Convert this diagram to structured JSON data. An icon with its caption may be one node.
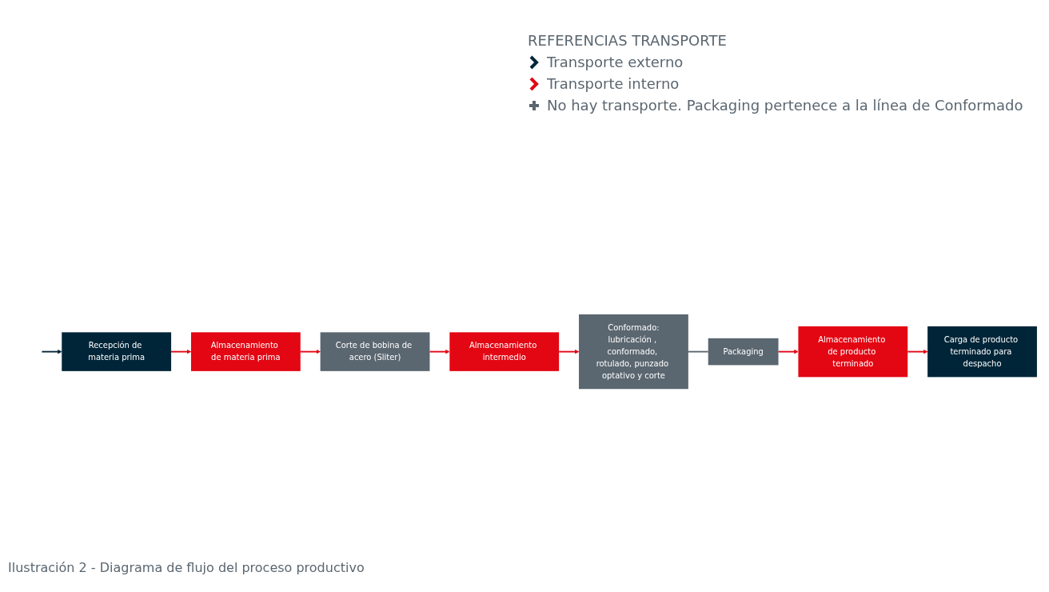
{
  "diagram": {
    "caption": "Ilustración 2 - Diagrama de flujo del proceso productivo",
    "nodes": [
      {
        "text": [
          "Recepción de materia prima"
        ]
      },
      {
        "text": [
          "Almacenamiento de materia prima"
        ]
      },
      {
        "text": [
          "Corte de bobina de acero (Sliter)"
        ]
      },
      {
        "text": [
          "Almacenamiento intermedio"
        ]
      },
      {
        "text": [
          "Conformado:",
          "lubricación , conformado, rotulado, punzado optativo y corte"
        ]
      },
      {
        "text": [
          "Packaging"
        ]
      },
      {
        "text": [
          "Almacenamiento de producto terminado"
        ]
      },
      {
        "text": [
          "Carga de producto terminado para despacho"
        ]
      }
    ],
    "edges": [
      {
        "from": null,
        "to": 0,
        "arrow": "to",
        "color": "#002538"
      },
      {
        "from": 0,
        "to": 1,
        "arrow": "to",
        "color": "#e30613"
      },
      {
        "from": 1,
        "to": 2,
        "arrow": "to",
        "color": "#e30613"
      },
      {
        "from": 2,
        "to": 3,
        "arrow": "to",
        "color": "#e30613"
      },
      {
        "from": 3,
        "to": 4,
        "arrow": "to",
        "color": "#e30613"
      },
      {
        "from": 4,
        "to": 5,
        "arrow": "none",
        "color": "#5a6670"
      },
      {
        "from": 5,
        "to": 6,
        "arrow": "to",
        "color": "#e30613"
      },
      {
        "from": 6,
        "to": 7,
        "arrow": "to",
        "color": "#e30613"
      }
    ],
    "labels": [
      "REFERENCIAS TRANSPORTE"
    ],
    "legend": [
      {
        "text": "Transporte externo",
        "color": "#002538"
      },
      {
        "text": "Transporte interno",
        "color": "#e30613"
      },
      {
        "text": "No hay transporte. Packaging pertenece a la línea de Conformado",
        "color": "#5a6670"
      }
    ]
  }
}
